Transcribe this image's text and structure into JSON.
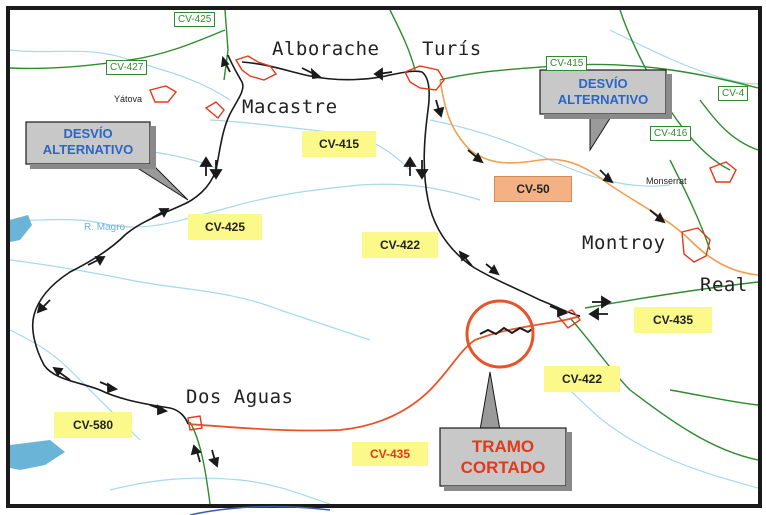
{
  "towns": {
    "alborache": "Alborache",
    "turis": "Turís",
    "macastre": "Macastre",
    "montroy": "Montroy",
    "real": "Real",
    "dos_aguas": "Dos Aguas",
    "yatova": "Yátova",
    "monserrat": "Monserrat"
  },
  "river": {
    "name": "R. Magro"
  },
  "roads": {
    "cv415": "CV-415",
    "cv425": "CV-425",
    "cv422_north": "CV-422",
    "cv422_south": "CV-422",
    "cv435_east": "CV-435",
    "cv435_south": "CV-435",
    "cv580": "CV-580",
    "cv50": "CV-50"
  },
  "green_roads": {
    "cv425_top": "CV-425",
    "cv427": "CV-427",
    "cv415_top": "CV-415",
    "cv4_edge": "CV-4",
    "cv416": "CV-416"
  },
  "callouts": {
    "detour_left_line1": "DESVÍO",
    "detour_left_line2": "ALTERNATIVO",
    "detour_right_line1": "DESVÍO",
    "detour_right_line2": "ALTERNATIVO",
    "closed_line1": "TRAMO",
    "closed_line2": "CORTADO"
  },
  "colors": {
    "detour_route": "#1a1a1a",
    "closed_road": "#e8542a",
    "cv50_road": "#f0a050",
    "secondary_road": "#2e8b2e",
    "river": "#9fd3ea",
    "callout_fill": "#c8c8c8",
    "callout_text": "#2a66c8",
    "closed_callout_text": "#e03a1a",
    "road_label_bg": "#fbf98a"
  }
}
